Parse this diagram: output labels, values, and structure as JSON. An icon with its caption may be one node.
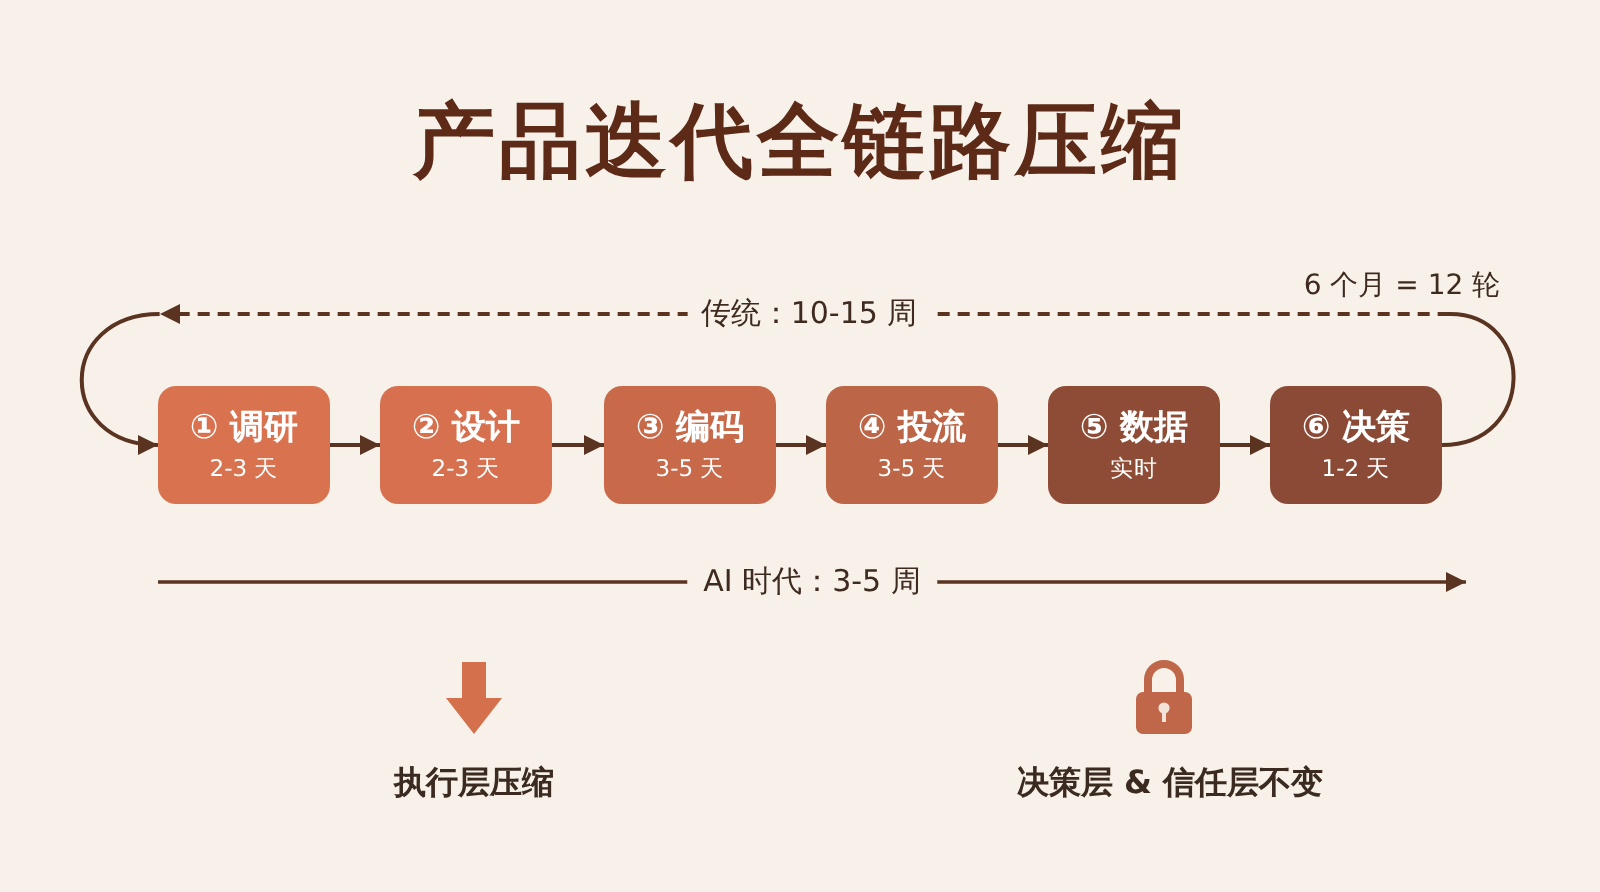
{
  "diagram": {
    "title": "产品迭代全链路压缩",
    "nodes": [
      {
        "text": [
          "① 调研",
          "2-3 天"
        ]
      },
      {
        "text": [
          "② 设计",
          "2-3 天"
        ]
      },
      {
        "text": [
          "③ 编码",
          "3-5 天"
        ]
      },
      {
        "text": [
          "④ 投流",
          "3-5 天"
        ]
      },
      {
        "text": [
          "⑤ 数据",
          "实时"
        ]
      },
      {
        "text": [
          "⑥ 决策",
          "1-2 天"
        ]
      }
    ],
    "edges": [
      {
        "from": 0,
        "to": 1,
        "arrow": "to"
      },
      {
        "from": 1,
        "to": 2,
        "arrow": "to"
      },
      {
        "from": 2,
        "to": 3,
        "arrow": "to"
      },
      {
        "from": 3,
        "to": 4,
        "arrow": "to"
      },
      {
        "from": 4,
        "to": 5,
        "arrow": "to"
      },
      {
        "from": 5,
        "to": 0,
        "arrow": "to",
        "label": "传统：10-15 周",
        "style": "dashed"
      }
    ],
    "labels": [
      "6 个月 = 12 轮",
      "AI 时代：3-5 周",
      "执行层压缩",
      "决策层 & 信任层不变"
    ]
  }
}
